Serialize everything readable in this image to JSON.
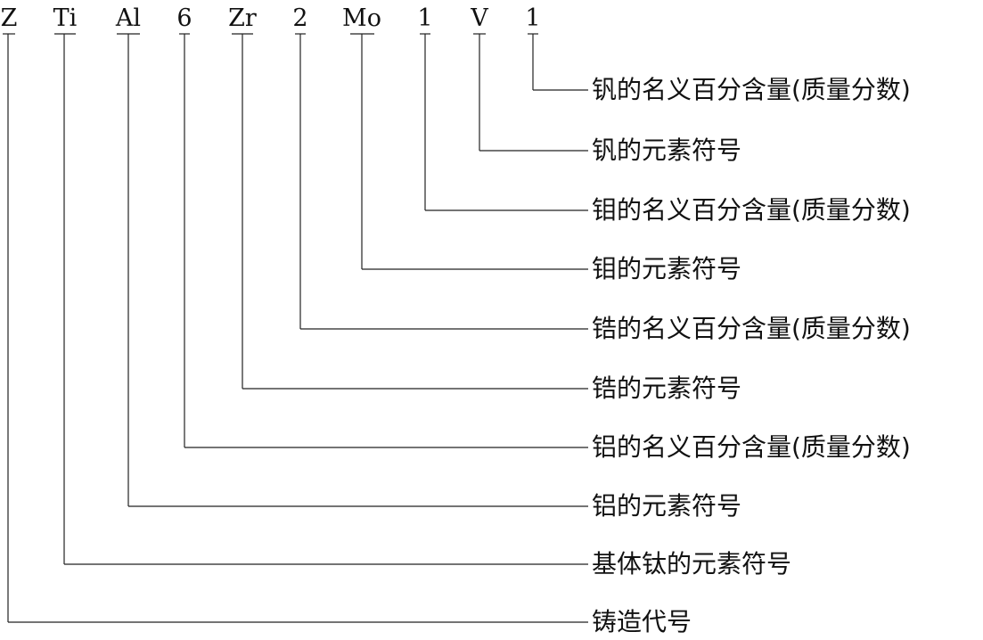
{
  "tokens": [
    "Z",
    "Ti",
    "Al",
    "6",
    "Zr",
    "2",
    "Mo",
    "1",
    "V",
    "1"
  ],
  "labels": [
    "钒的名义百分含量(质量分数)",
    "钒的元素符号",
    "钼的名义百分含量(质量分数)",
    "钼的元素符号",
    "锆的名义百分含量(质量分数)",
    "锆的元素符号",
    "铝的名义百分含量(质量分数)",
    "铝的元素符号",
    "基体钛的元素符号",
    "铸造代号"
  ]
}
